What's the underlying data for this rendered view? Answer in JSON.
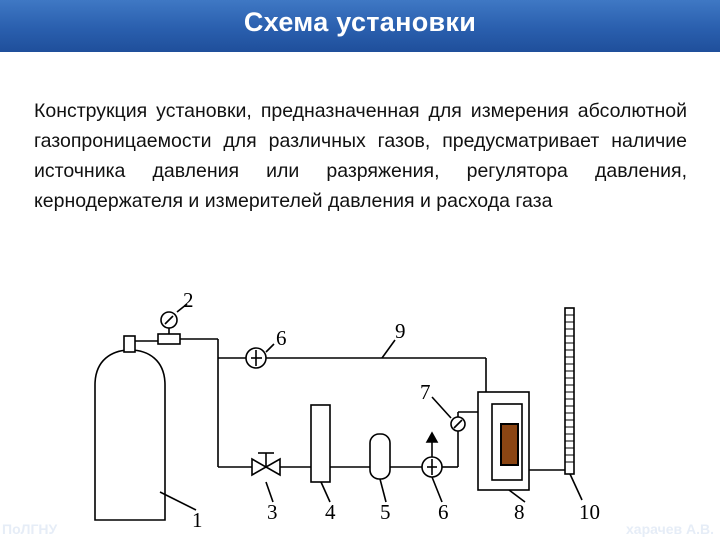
{
  "slide": {
    "title": "Схема установки",
    "body": "Конструкция установки, предназначенная для измерения абсолютной газопроницаемости для различных газов, предусматривает наличие источника давления или разряжения, регулятора давления, кернодержателя и измерителей давления и расхода газа"
  },
  "diagram": {
    "labels": [
      "1",
      "2",
      "3",
      "4",
      "5",
      "6",
      "6",
      "7",
      "8",
      "9",
      "10"
    ]
  },
  "footer": {
    "left": "ПоЛГНУ",
    "right": "харачев А.В."
  },
  "colors": {
    "title_bar": "#2a5fae",
    "core_sample": "#8b4513"
  }
}
